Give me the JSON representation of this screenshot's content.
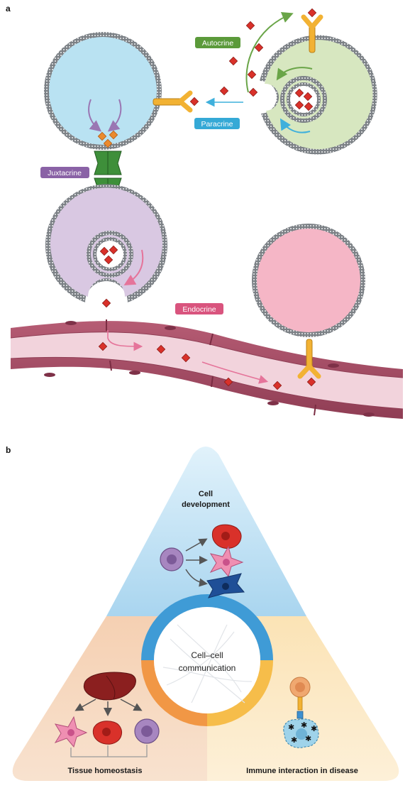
{
  "panel_a": {
    "letter": "a",
    "labels": {
      "autocrine": "Autocrine",
      "paracrine": "Paracrine",
      "juxtacrine": "Juxtacrine",
      "endocrine": "Endocrine"
    },
    "label_colors": {
      "autocrine": "#5b9a3a",
      "paracrine": "#35a9d6",
      "juxtacrine": "#8a62a6",
      "endocrine": "#d9547e"
    }
  },
  "panel_b": {
    "letter": "b",
    "top_title_line1": "Cell",
    "top_title_line2": "development",
    "center_line1": "Cell–cell",
    "center_line2": "communication",
    "left_title": "Tissue homeostasis",
    "right_title": "Immune interaction in disease"
  },
  "colors": {
    "ligand": "#d9312a",
    "ligand_orange": "#ea8a2e",
    "receptor": "#f2b233",
    "membrane": "#6f7378",
    "blue_cell": "#b9e2f2",
    "green_cell": "#d7e7c0",
    "purple_cell": "#d9c8e2",
    "pink_cell": "#f5b6c6",
    "vessel": "#a84f66"
  }
}
